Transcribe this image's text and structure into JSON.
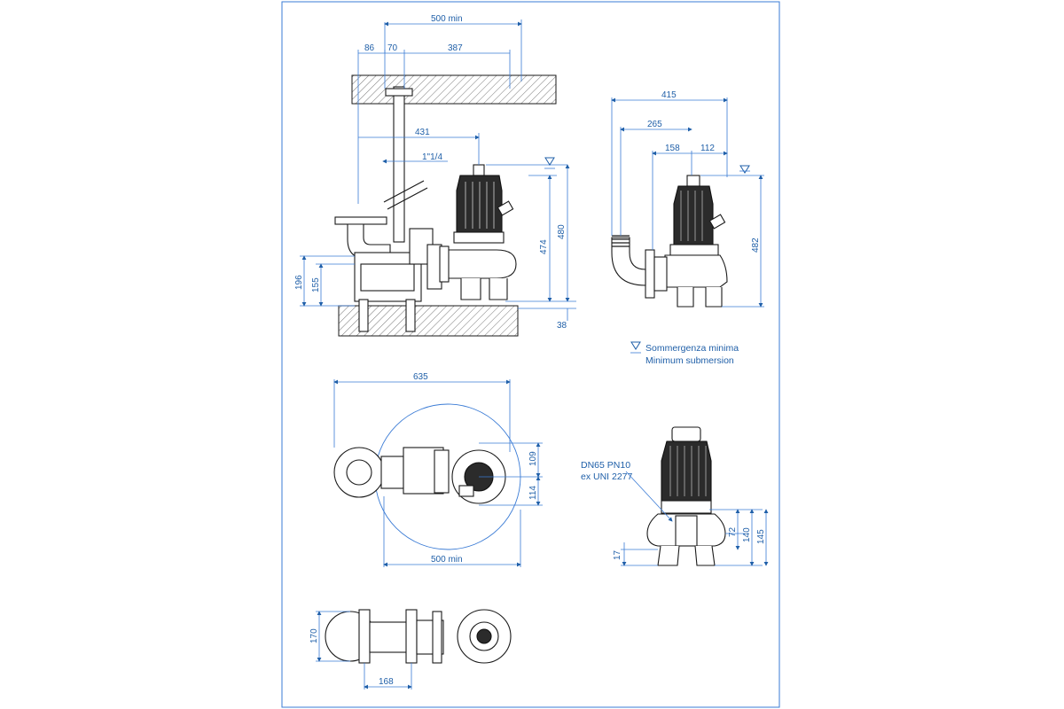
{
  "dimensions": {
    "top": {
      "d500min": "500 min",
      "d86": "86",
      "d70": "70",
      "d387": "387",
      "d431": "431",
      "d1q": "1\"1/4",
      "d474": "474",
      "d480": "480",
      "d196": "196",
      "d155": "155",
      "d38": "38"
    },
    "side": {
      "d415": "415",
      "d265": "265",
      "d158": "158",
      "d112": "112",
      "d482": "482"
    },
    "plan": {
      "d635": "635",
      "d109": "109",
      "d114": "114",
      "d500min": "500 min"
    },
    "front": {
      "d72": "72",
      "d140": "140",
      "d145": "145",
      "d17": "17"
    },
    "bottom": {
      "d170": "170",
      "d168": "168"
    }
  },
  "notes": {
    "flange_line1": "DN65 PN10",
    "flange_line2": "ex UNI 2277",
    "legend_line1": "Sommergenza minima",
    "legend_line2": "Minimum submersion"
  },
  "colors": {
    "dimension": "#1f5fa8",
    "outline": "#1a1a1a",
    "pump_body": "#2b2b2b",
    "frame": "#3a7bd5"
  },
  "icons": [
    "water-level-icon"
  ]
}
